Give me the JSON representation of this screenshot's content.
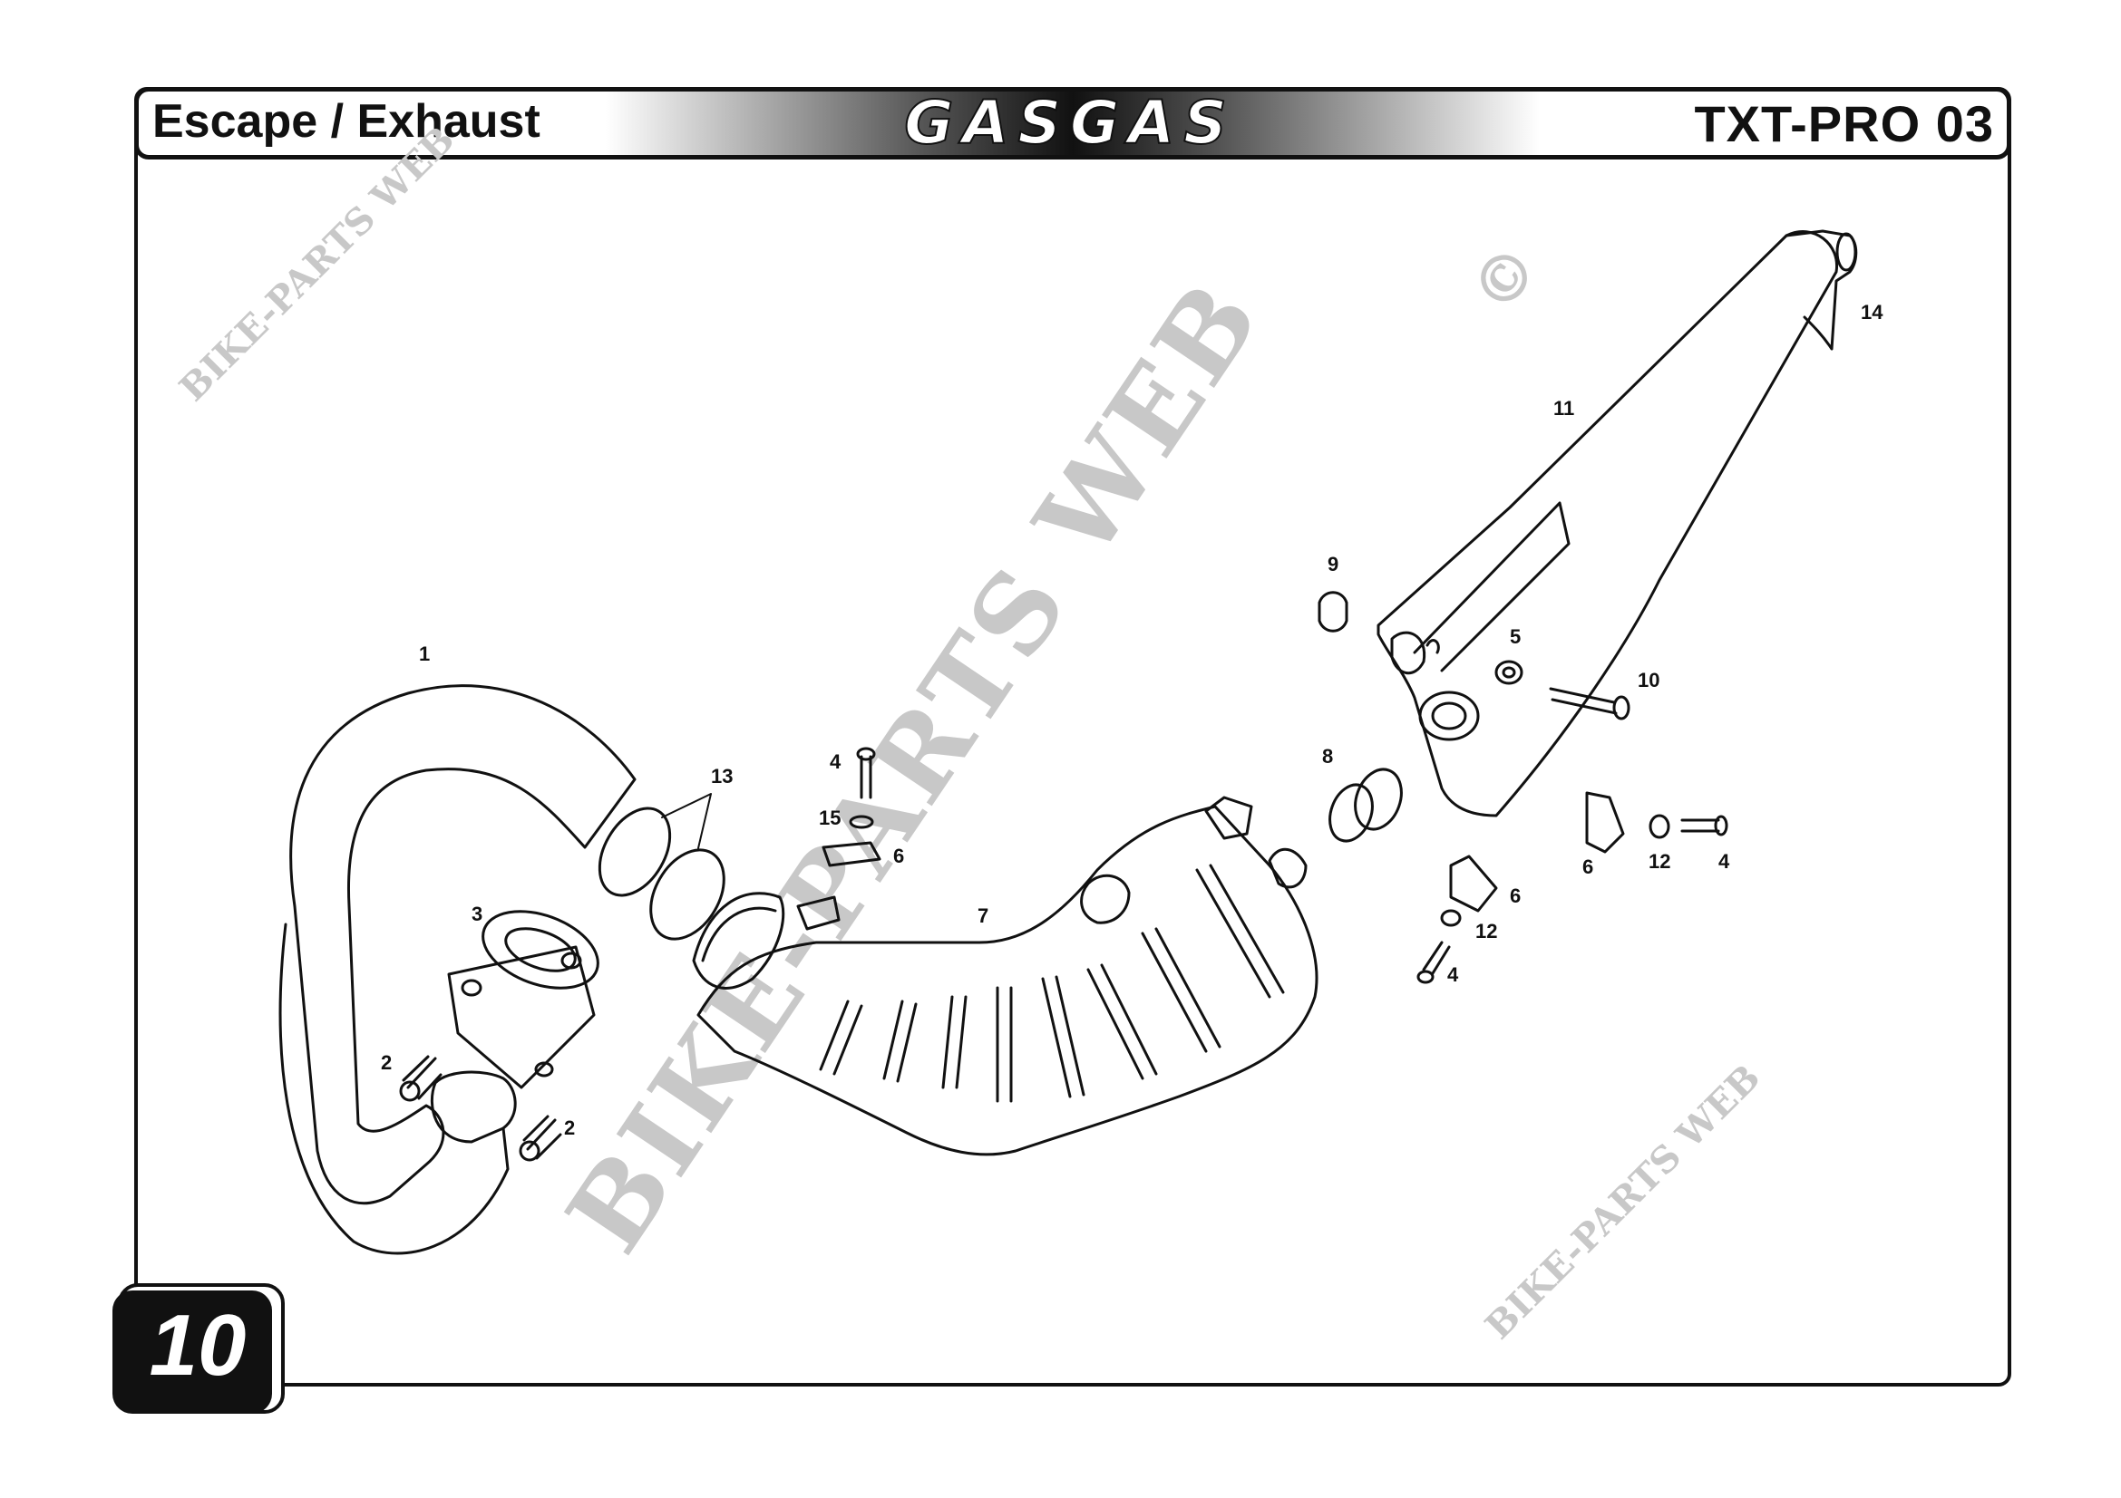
{
  "header": {
    "title": "Escape / Exhaust",
    "brand": "GASGAS",
    "model": "TXT-PRO 03"
  },
  "page_number": "10",
  "watermarks": {
    "main": "BIKE-PARTS WEB",
    "small_top": "BIKE-PARTS WEB",
    "small_bottom": "BIKE-PARTS WEB",
    "copyright": "©"
  },
  "callouts": [
    {
      "id": "c1",
      "text": "1"
    },
    {
      "id": "c2a",
      "text": "2"
    },
    {
      "id": "c2b",
      "text": "2"
    },
    {
      "id": "c3",
      "text": "3"
    },
    {
      "id": "c4a",
      "text": "4"
    },
    {
      "id": "c4b",
      "text": "4"
    },
    {
      "id": "c4c",
      "text": "4"
    },
    {
      "id": "c5",
      "text": "5"
    },
    {
      "id": "c6a",
      "text": "6"
    },
    {
      "id": "c6b",
      "text": "6"
    },
    {
      "id": "c6c",
      "text": "6"
    },
    {
      "id": "c7",
      "text": "7"
    },
    {
      "id": "c8",
      "text": "8"
    },
    {
      "id": "c9",
      "text": "9"
    },
    {
      "id": "c10",
      "text": "10"
    },
    {
      "id": "c11",
      "text": "11"
    },
    {
      "id": "c12a",
      "text": "12"
    },
    {
      "id": "c12b",
      "text": "12"
    },
    {
      "id": "c13",
      "text": "13"
    },
    {
      "id": "c14",
      "text": "14"
    },
    {
      "id": "c15",
      "text": "15"
    }
  ]
}
